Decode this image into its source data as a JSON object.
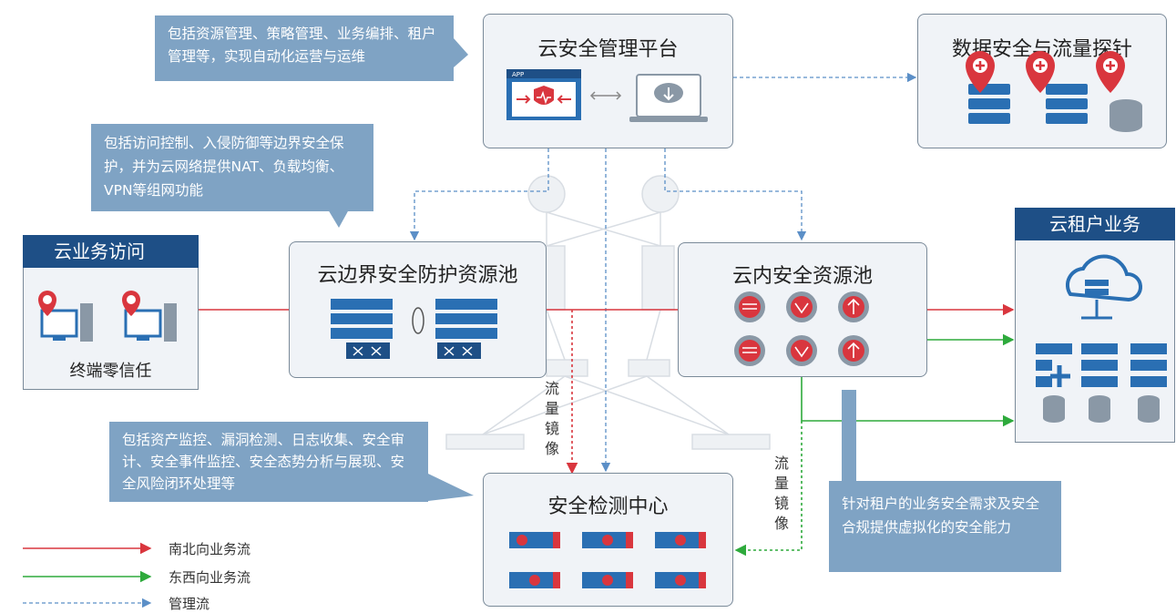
{
  "platform": {
    "title": "云安全管理平台",
    "app_badge": "APP"
  },
  "data_probe": {
    "title": "数据安全与流量探针"
  },
  "border_pool": {
    "title": "云边界安全防护资源池"
  },
  "inner_pool": {
    "title": "云内安全资源池"
  },
  "detection": {
    "title": "安全检测中心"
  },
  "cloud_access": {
    "header": "云业务访问",
    "caption": "终端零信任"
  },
  "tenant": {
    "header": "云租户业务"
  },
  "callouts": {
    "platform": "包括资源管理、策略管理、业务编排、租户管理等，实现自动化运营与运维",
    "border": "包括访问控制、入侵防御等边界安全保护，并为云网络提供NAT、负载均衡、VPN等组网功能",
    "detection": "包括资产监控、漏洞检测、日志收集、安全审计、安全事件监控、安全态势分析与展现、安全风险闭环处理等",
    "tenant": "针对租户的业务安全需求及安全合规提供虚拟化的安全能力"
  },
  "mirror_label_1": "流量镜像",
  "mirror_label_2": "流量镜像",
  "legend": {
    "ns": "南北向业务流",
    "ew": "东西向业务流",
    "mgmt": "管理流"
  },
  "colors": {
    "ns": "#d9363e",
    "ew": "#2eaa3c",
    "mgmt": "#5b8fc7",
    "brand_blue": "#1e4f86",
    "callout": "#7fa3c4",
    "alert_red": "#d9363e"
  }
}
